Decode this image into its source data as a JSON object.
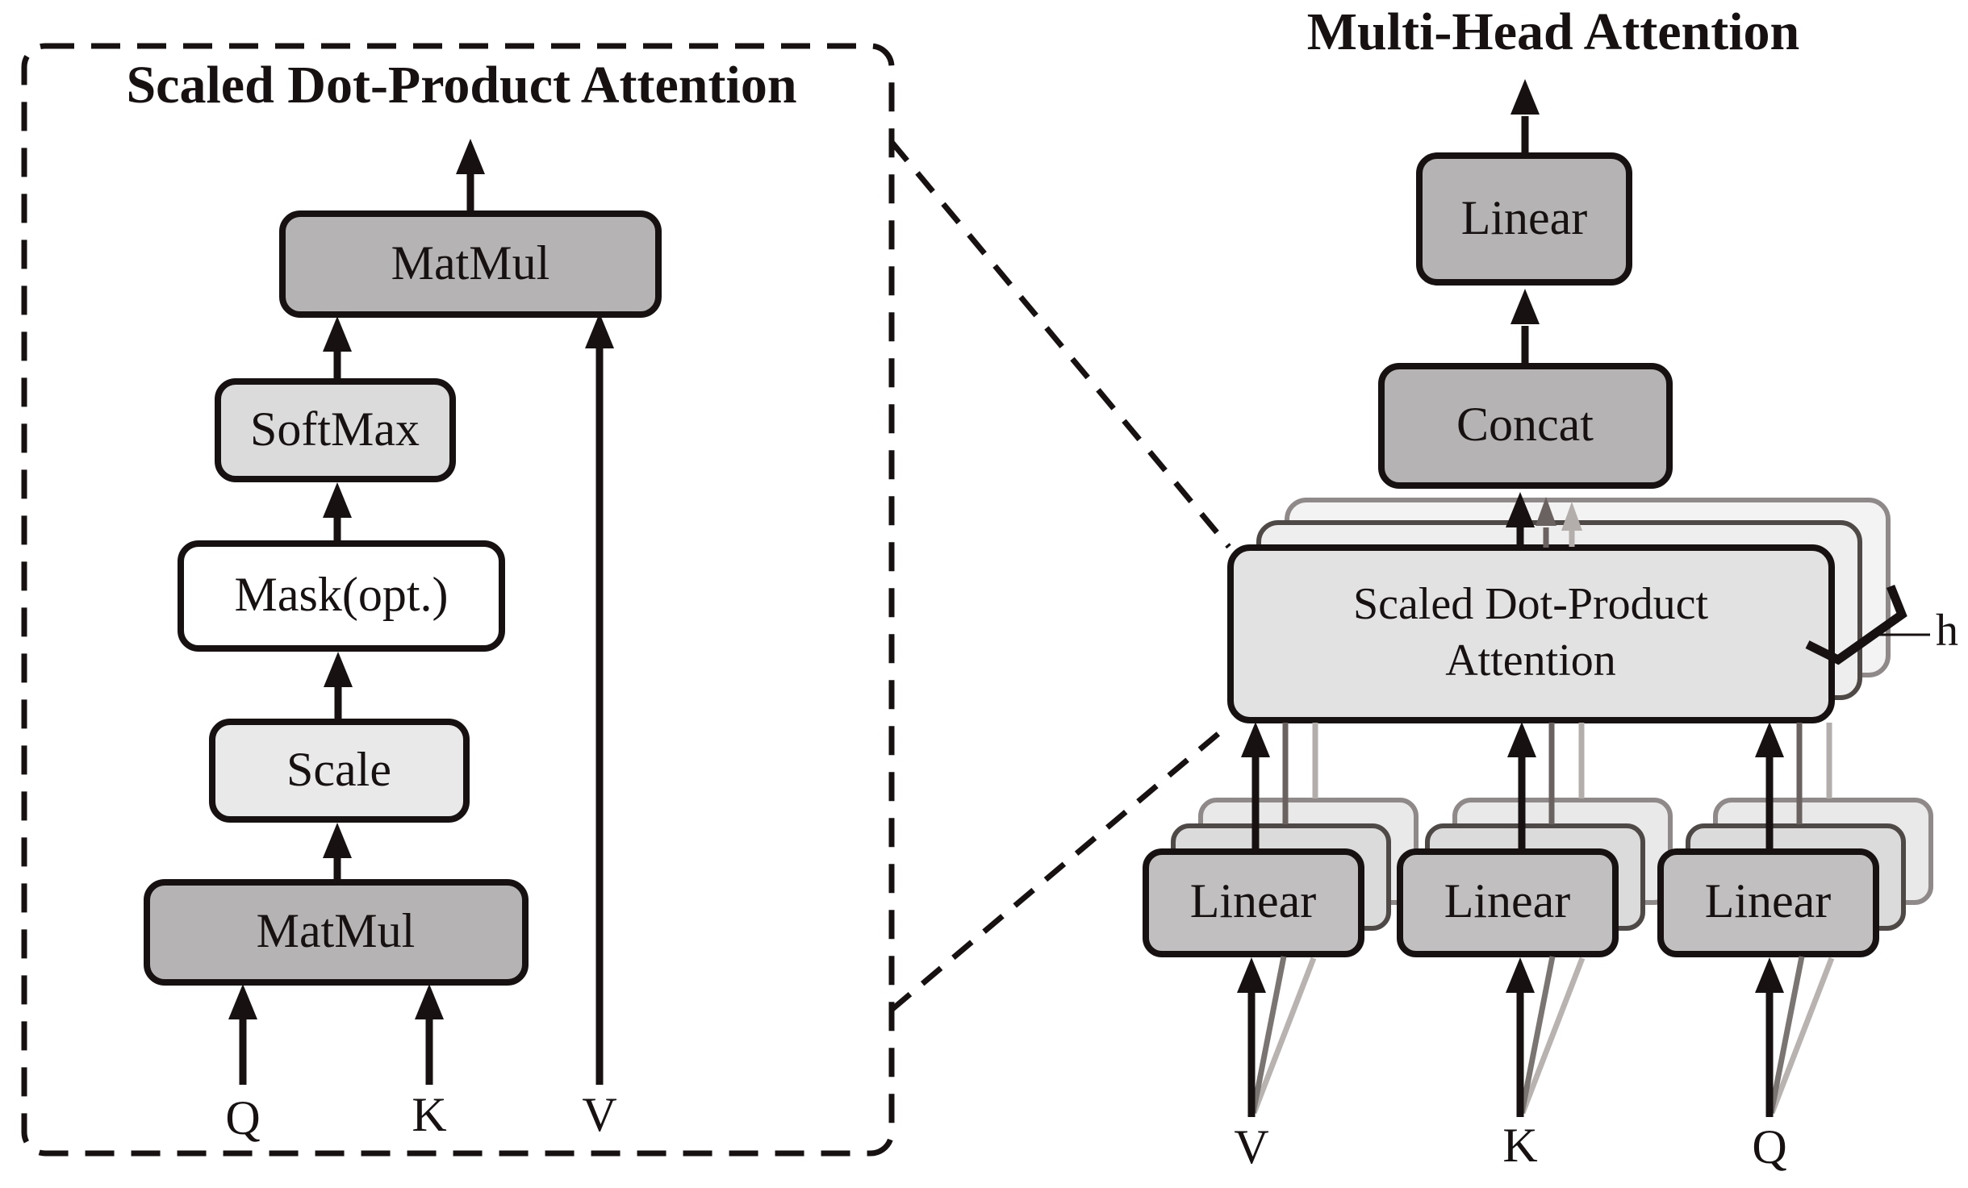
{
  "figure": {
    "kind": "neural-network architecture diagram",
    "source_caption": "Scaled Dot-Product Attention and Multi-Head Attention block diagrams"
  },
  "colors": {
    "ink": "#171112",
    "box_dark_gray": "#b5b3b3",
    "box_softmax_gray": "#dbdbdb",
    "box_scale_gray": "#e9e9e9",
    "box_mask_white": "#ffffff",
    "sdpa_front": "#e3e2e2",
    "sdpa_middle": "#eeeeee",
    "sdpa_back": "#f4f3f3",
    "linear_front": "#c1bfbf",
    "linear_middle": "#dcdbdb",
    "linear_back": "#eae9e9",
    "companion_gray": "#6a6260",
    "companion_light": "#b3aeac",
    "fan_gray": "#7a7472",
    "fan_light": "#b8b3b1",
    "background": "#ffffff"
  },
  "left_panel": {
    "title": "Scaled Dot-Product Attention",
    "boxes": {
      "matmul_top": "MatMul",
      "softmax": "SoftMax",
      "mask": "Mask(opt.)",
      "scale": "Scale",
      "matmul_bottom": "MatMul"
    },
    "inputs": {
      "q": "Q",
      "k": "K",
      "v": "V"
    }
  },
  "right_panel": {
    "title": "Multi-Head Attention",
    "boxes": {
      "linear_out": "Linear",
      "concat": "Concat",
      "sdpa_line1": "Scaled Dot-Product",
      "sdpa_line2": "Attention"
    },
    "head_count_label": "h",
    "linear_stacks": [
      "Linear",
      "Linear",
      "Linear"
    ],
    "inputs": {
      "v": "V",
      "k": "K",
      "q": "Q"
    }
  }
}
